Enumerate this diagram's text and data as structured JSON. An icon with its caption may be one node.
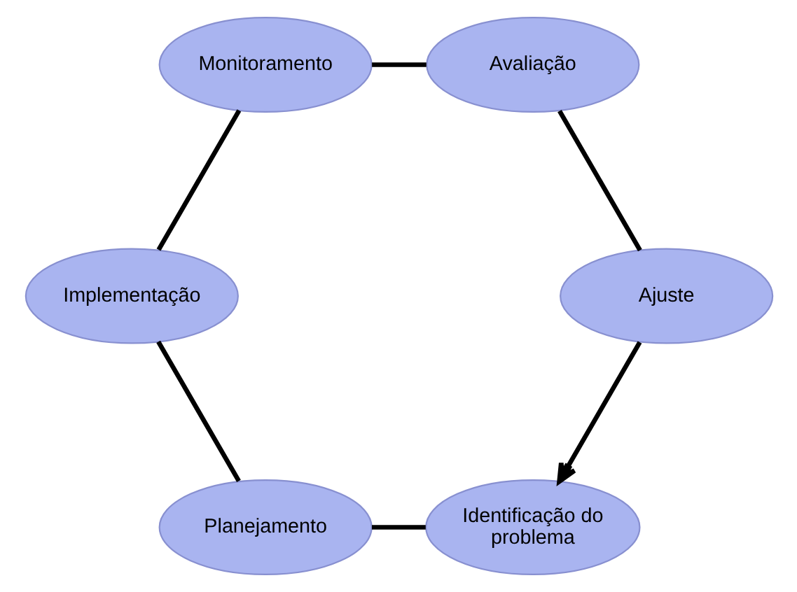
{
  "diagram": {
    "nodes": [
      {
        "text": [
          "Identificação do problema"
        ]
      },
      {
        "text": [
          "Planejamento"
        ]
      },
      {
        "text": [
          "Implementação"
        ]
      },
      {
        "text": [
          "Monitoramento"
        ]
      },
      {
        "text": [
          "Avaliação"
        ]
      },
      {
        "text": [
          "Ajuste"
        ]
      }
    ],
    "edges": [
      {
        "from": 0,
        "to": 1,
        "arrow": "none"
      },
      {
        "from": 1,
        "to": 2,
        "arrow": "none"
      },
      {
        "from": 2,
        "to": 3,
        "arrow": "none"
      },
      {
        "from": 3,
        "to": 4,
        "arrow": "none"
      },
      {
        "from": 4,
        "to": 5,
        "arrow": "none"
      },
      {
        "from": 5,
        "to": 0,
        "arrow": "to"
      }
    ]
  }
}
